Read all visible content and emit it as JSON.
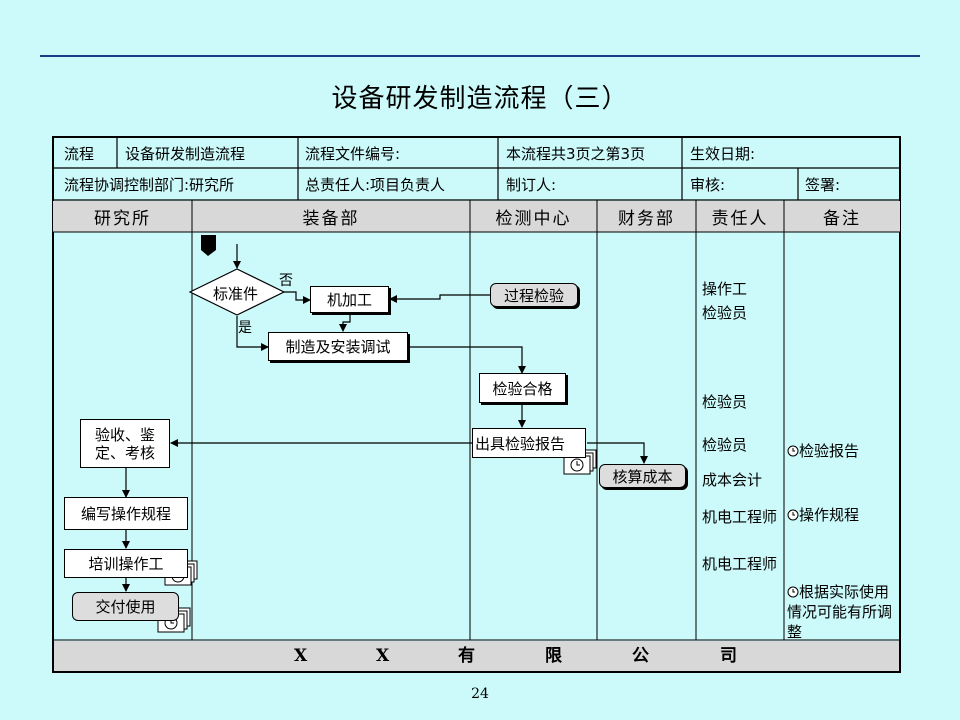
{
  "title": "设备研发制造流程（三）",
  "header_table": {
    "row1": [
      "流程",
      "设备研发制造流程",
      "流程文件编号:",
      "本流程共3页之第3页",
      "生效日期:"
    ],
    "row2": [
      "流程协调控制部门:研究所",
      "总责任人:项目负责人",
      "制订人:",
      "审核:",
      "签署:"
    ]
  },
  "lanes": [
    "研究所",
    "装备部",
    "检测中心",
    "财务部",
    "责任人",
    "备注"
  ],
  "nodes": {
    "biaozhun": "标准件",
    "jijiagong": "机加工",
    "guocheng_jianyan": "过程检验",
    "zhizao": "制造及安装调试",
    "jianyan_hege": "检验合格",
    "chuju_baogao": "出具检验报告",
    "hesuan": "核算成本",
    "yanshou": "验收、鉴\n定、考核",
    "bianxie": "编写操作规程",
    "peixun": "培训操作工",
    "jiaofu": "交付使用"
  },
  "branch_labels": {
    "no": "否",
    "yes": "是"
  },
  "roles": [
    "操作工",
    "检验员",
    "检验员",
    "检验员",
    "成本会计",
    "机电工程师",
    "机电工程师"
  ],
  "notes": [
    "检验报告",
    "操作规程",
    "根据实际使用情况可能有所调整"
  ],
  "note_icon": "clock-icon",
  "footer": [
    "X",
    "X",
    "有",
    "限",
    "公",
    "司"
  ],
  "page_number": "24"
}
